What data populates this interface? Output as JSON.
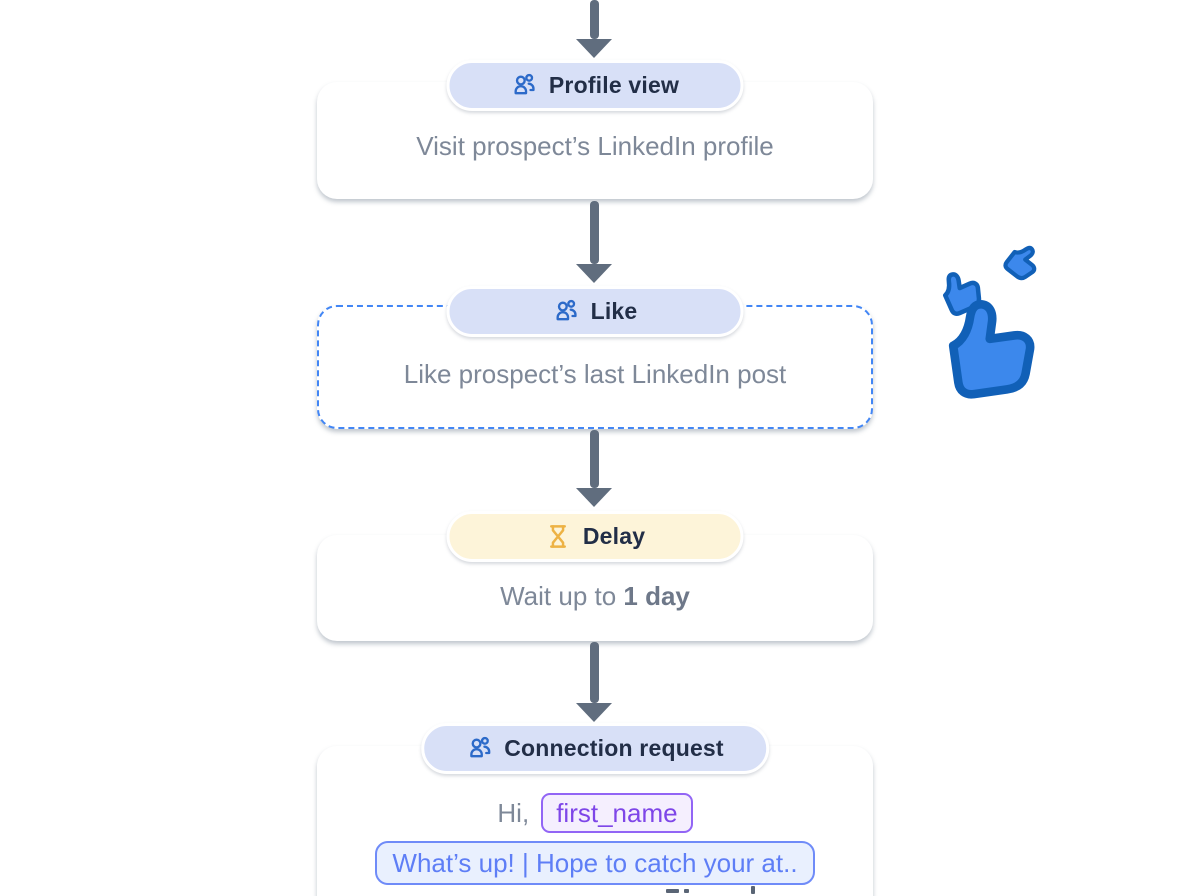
{
  "palette": {
    "badge_blue_bg": "#d8e0f7",
    "badge_yellow_bg": "#fdf4d9",
    "badge_text": "#222e47",
    "icon_blue": "#2c6ac9",
    "icon_amber": "#edb244",
    "body_text_gray": "#7e8898",
    "arrow_gray": "#606d7e",
    "selection_dash_blue": "#4286f5",
    "token_purple_text": "#7e46e8",
    "token_blue_text": "#5e7ef6",
    "thumb_fill": "#3c88ec",
    "thumb_stroke": "#1160b7"
  },
  "nodes": [
    {
      "badge_label": "Profile view",
      "icon": "users-icon",
      "body": "Visit prospect’s LinkedIn profile"
    },
    {
      "badge_label": "Like",
      "icon": "users-icon",
      "body": "Like prospect’s last LinkedIn post",
      "selected": true
    },
    {
      "badge_label": "Delay",
      "icon": "hourglass-icon",
      "body_prefix": "Wait up to ",
      "body_bold": "1 day"
    },
    {
      "badge_label": "Connection request",
      "icon": "users-icon",
      "greeting": "Hi,",
      "variable_token": "first_name",
      "message_preview": "What’s up! | Hope to catch your at.."
    }
  ],
  "illustration": {
    "name": "thumbs-up-cluster",
    "thumb_count": 3
  }
}
